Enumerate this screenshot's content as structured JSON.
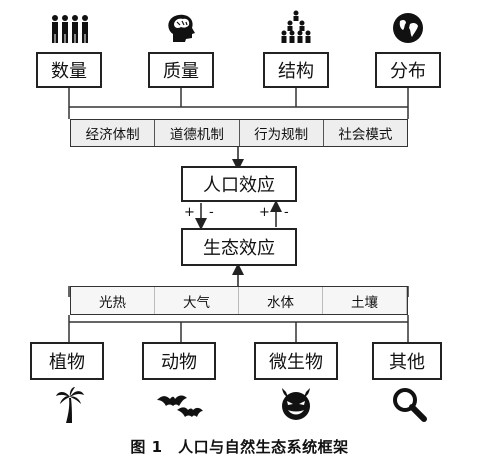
{
  "top_factors": [
    {
      "label": "数量",
      "icon": "people-group-icon"
    },
    {
      "label": "质量",
      "icon": "head-brain-icon"
    },
    {
      "label": "结构",
      "icon": "people-pyramid-icon"
    },
    {
      "label": "分布",
      "icon": "globe-icon"
    }
  ],
  "social_mechanisms": [
    "经济体制",
    "道德机制",
    "行为规制",
    "社会模式"
  ],
  "population_effect": "人口效应",
  "ecological_effect": "生态效应",
  "signs": {
    "down_plus": "+",
    "down_minus": "-",
    "up_plus": "+",
    "up_minus": "-"
  },
  "environment_elements": [
    "光热",
    "大气",
    "水体",
    "土壤"
  ],
  "bottom_factors": [
    {
      "label": "植物",
      "icon": "palm-tree-icon"
    },
    {
      "label": "动物",
      "icon": "bats-icon"
    },
    {
      "label": "微生物",
      "icon": "devil-face-icon"
    },
    {
      "label": "其他",
      "icon": "magnifier-icon"
    }
  ],
  "caption": "图 1　人口与自然生态系统框架"
}
